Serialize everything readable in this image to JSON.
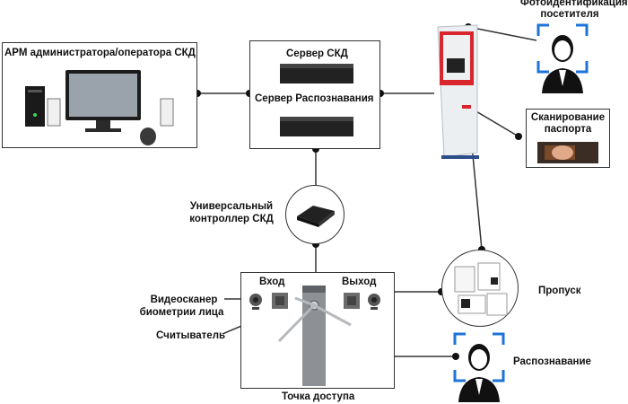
{
  "labels": {
    "arm": "АРМ администратора/оператора СКД",
    "server_skd": "Сервер СКД",
    "server_recognition": "Сервер Распознавания",
    "photo_id_line1": "Фотоидентификация",
    "photo_id_line2": "посетителя",
    "passport_line1": "Сканирование",
    "passport_line2": "паспорта",
    "controller_line1": "Универсальный",
    "controller_line2": "контроллер СКД",
    "entry": "Вход",
    "exit": "Выход",
    "videoscanner_line1": "Видеосканер",
    "videoscanner_line2": "биометрии лица",
    "reader": "Считыватель",
    "access_point": "Точка доступа",
    "pass": "Пропуск",
    "recognition": "Распознавание"
  },
  "colors": {
    "line": "#333333",
    "node": "#111111",
    "kiosk_red": "#d9262c",
    "face_frame": "#1e73d8"
  },
  "icons": [
    "computer-icon",
    "server-icon",
    "kiosk-icon",
    "face-id-icon",
    "passport-scanner-icon",
    "controller-icon",
    "turnstile-icon",
    "camera-icon",
    "card-reader-icon",
    "pass-card-icon"
  ]
}
